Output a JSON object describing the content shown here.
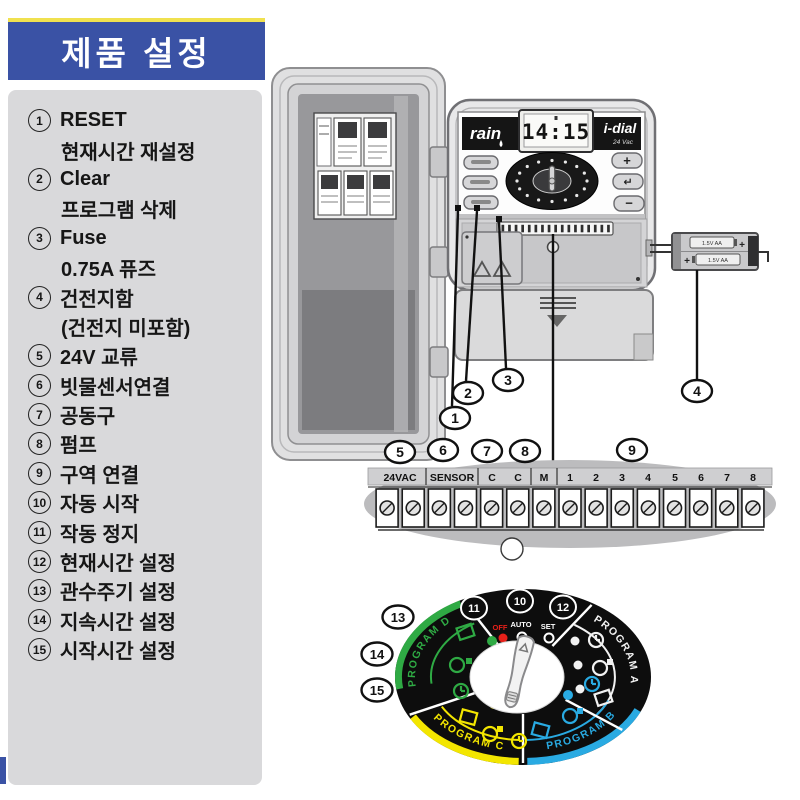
{
  "title": "제품 설정",
  "legend": {
    "items": [
      {
        "num": "1",
        "label": "RESET",
        "sub": "현재시간 재설정"
      },
      {
        "num": "2",
        "label": "Clear",
        "sub": "프로그램 삭제"
      },
      {
        "num": "3",
        "label": "Fuse",
        "sub": "0.75A 퓨즈"
      },
      {
        "num": "4",
        "label": "건전지함",
        "sub": "(건전지 미포함)"
      },
      {
        "num": "5",
        "label": "24V 교류"
      },
      {
        "num": "6",
        "label": "빗물센서연결"
      },
      {
        "num": "7",
        "label": "공동구"
      },
      {
        "num": "8",
        "label": "펌프"
      },
      {
        "num": "9",
        "label": "구역 연결"
      },
      {
        "num": "10",
        "label": "자동 시작"
      },
      {
        "num": "11",
        "label": "작동 정지"
      },
      {
        "num": "12",
        "label": "현재시간 설정"
      },
      {
        "num": "13",
        "label": "관수주기 설정"
      },
      {
        "num": "14",
        "label": "지속시간 설정"
      },
      {
        "num": "15",
        "label": "시작시간 설정"
      }
    ]
  },
  "device": {
    "brand": "rain",
    "display_time": "14:15",
    "model": "i-dial",
    "model_variant": "24 Vac",
    "button_plus": "+",
    "button_enter": "↵",
    "button_minus": "−"
  },
  "battery": {
    "cell1_label": "1.5V AA",
    "cell2_label": "1.5V AA",
    "plus": "+"
  },
  "terminals": {
    "labels": [
      "24VAC",
      "SENSOR",
      "C",
      "C",
      "M"
    ],
    "zones": [
      "1",
      "2",
      "3",
      "4",
      "5",
      "6",
      "7",
      "8"
    ]
  },
  "dial": {
    "off": "OFF",
    "auto": "AUTO",
    "set": "SET",
    "programs": {
      "a": "PROGRAM A",
      "b": "PROGRAM B",
      "c": "PROGRAM C",
      "d": "PROGRAM D"
    }
  },
  "callouts": [
    "1",
    "2",
    "3",
    "4",
    "5",
    "6",
    "7",
    "8",
    "9",
    "10",
    "11",
    "12",
    "13",
    "14",
    "15"
  ],
  "colors": {
    "banner_blue": "#3a52a5",
    "banner_yellow": "#f0e14f",
    "panel_gray": "#d9d9db",
    "program_green": "#2faa44",
    "program_yellow": "#f3e600",
    "program_blue": "#29aae2",
    "program_white": "#f2f2f2",
    "off_red": "#e62019"
  }
}
